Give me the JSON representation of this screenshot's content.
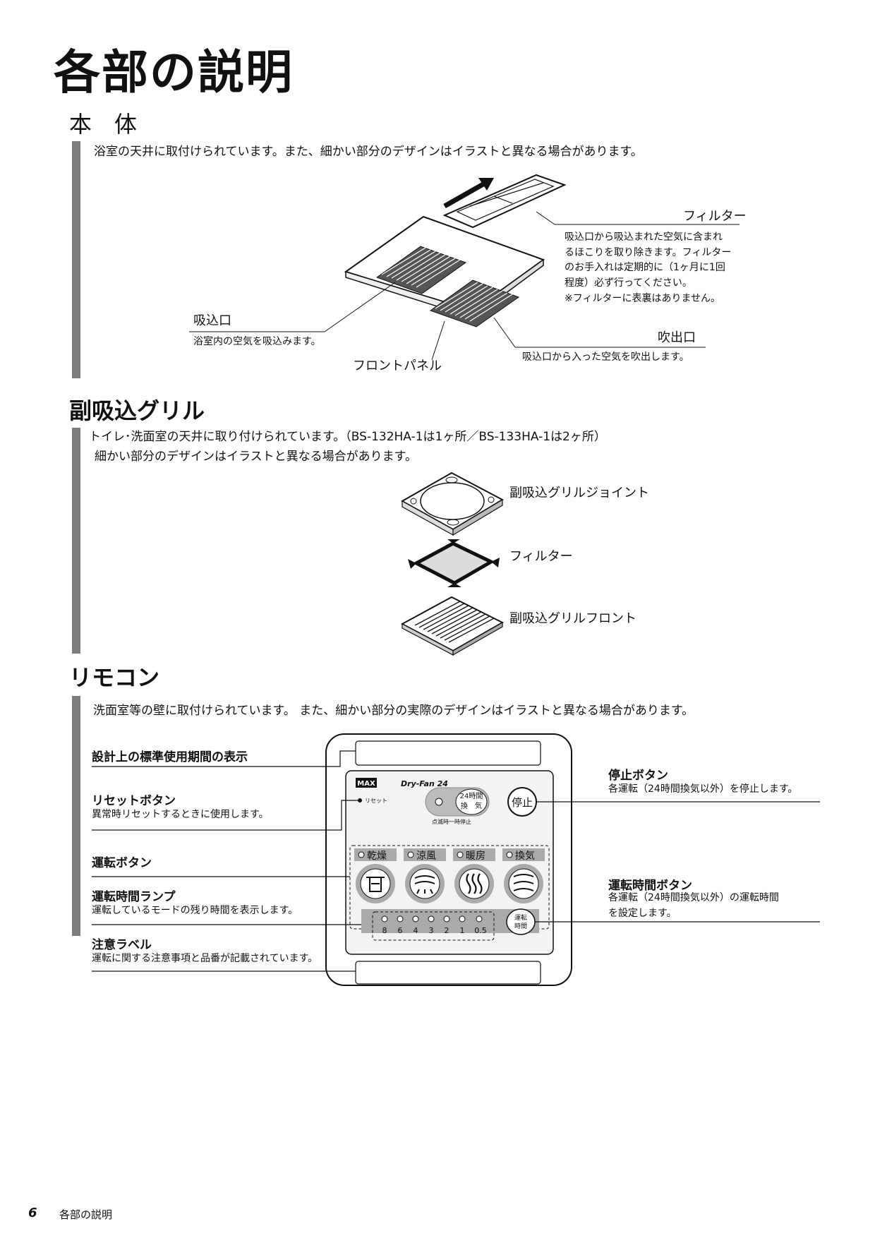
{
  "page": {
    "title": "各部の説明",
    "footer_page_number": "6",
    "footer_label": "各部の説明"
  },
  "main_unit": {
    "heading": "本　体",
    "description": "浴室の天井に取付けられています。また、細かい部分のデザインはイラストと異なる場合があります。",
    "filter_label": "フィルター",
    "filter_desc": [
      "吸込口から吸込まれた空気に含まれ",
      "るほこりを取り除きます。フィルター",
      "のお手入れは定期的に（1ヶ月に1回",
      "程度）必ず行ってください。",
      "※フィルターに表裏はありません。"
    ],
    "intake_label": "吸込口",
    "intake_desc": "浴室内の空気を吸込みます。",
    "outlet_label": "吹出口",
    "outlet_desc": "吸込口から入った空気を吹出します。",
    "front_panel_label": "フロントパネル"
  },
  "sub_grille": {
    "heading": "副吸込グリル",
    "description_1": "トイレ･洗面室の天井に取り付けられています。（BS-132HA-1は1ヶ所／BS-133HA-1は2ヶ所）",
    "description_2": "細かい部分のデザインはイラストと異なる場合があります。",
    "joint_label": "副吸込グリルジョイント",
    "filter_label": "フィルター",
    "front_label": "副吸込グリルフロント"
  },
  "remote": {
    "heading": "リモコン",
    "description": "洗面室等の壁に取付けられています。 また、細かい部分の実際のデザインはイラストと異なる場合があります。",
    "callouts": {
      "period_title": "設計上の標準使用期間の表示",
      "reset_title": "リセットボタン",
      "reset_desc": "異常時リセットするときに使用します。",
      "run_title": "運転ボタン",
      "lamp_title": "運転時間ランプ",
      "lamp_desc": "運転しているモードの残り時間を表示します。",
      "caution_title": "注意ラベル",
      "caution_desc": "運転に関する注意事項と品番が記載されています。",
      "stop_title": "停止ボタン",
      "stop_desc": "各運転（24時間換気以外）を停止します。",
      "time_title": "運転時間ボタン",
      "time_desc_1": "各運転（24時間換気以外）の運転時間",
      "time_desc_2": "を設定します。"
    },
    "device": {
      "brand": "MAX",
      "model": "Dry-Fan 24",
      "reset_small": "リセット",
      "vent24_line1": "24時間",
      "vent24_line2": "換　気",
      "blink_note": "点滅時一時停止",
      "stop_btn": "停止",
      "modes": [
        "乾燥",
        "涼風",
        "暖房",
        "換気"
      ],
      "lamp_numbers": [
        "8",
        "6",
        "4",
        "3",
        "2",
        "1",
        "0.5"
      ],
      "time_btn_line1": "運転",
      "time_btn_line2": "時間"
    }
  }
}
